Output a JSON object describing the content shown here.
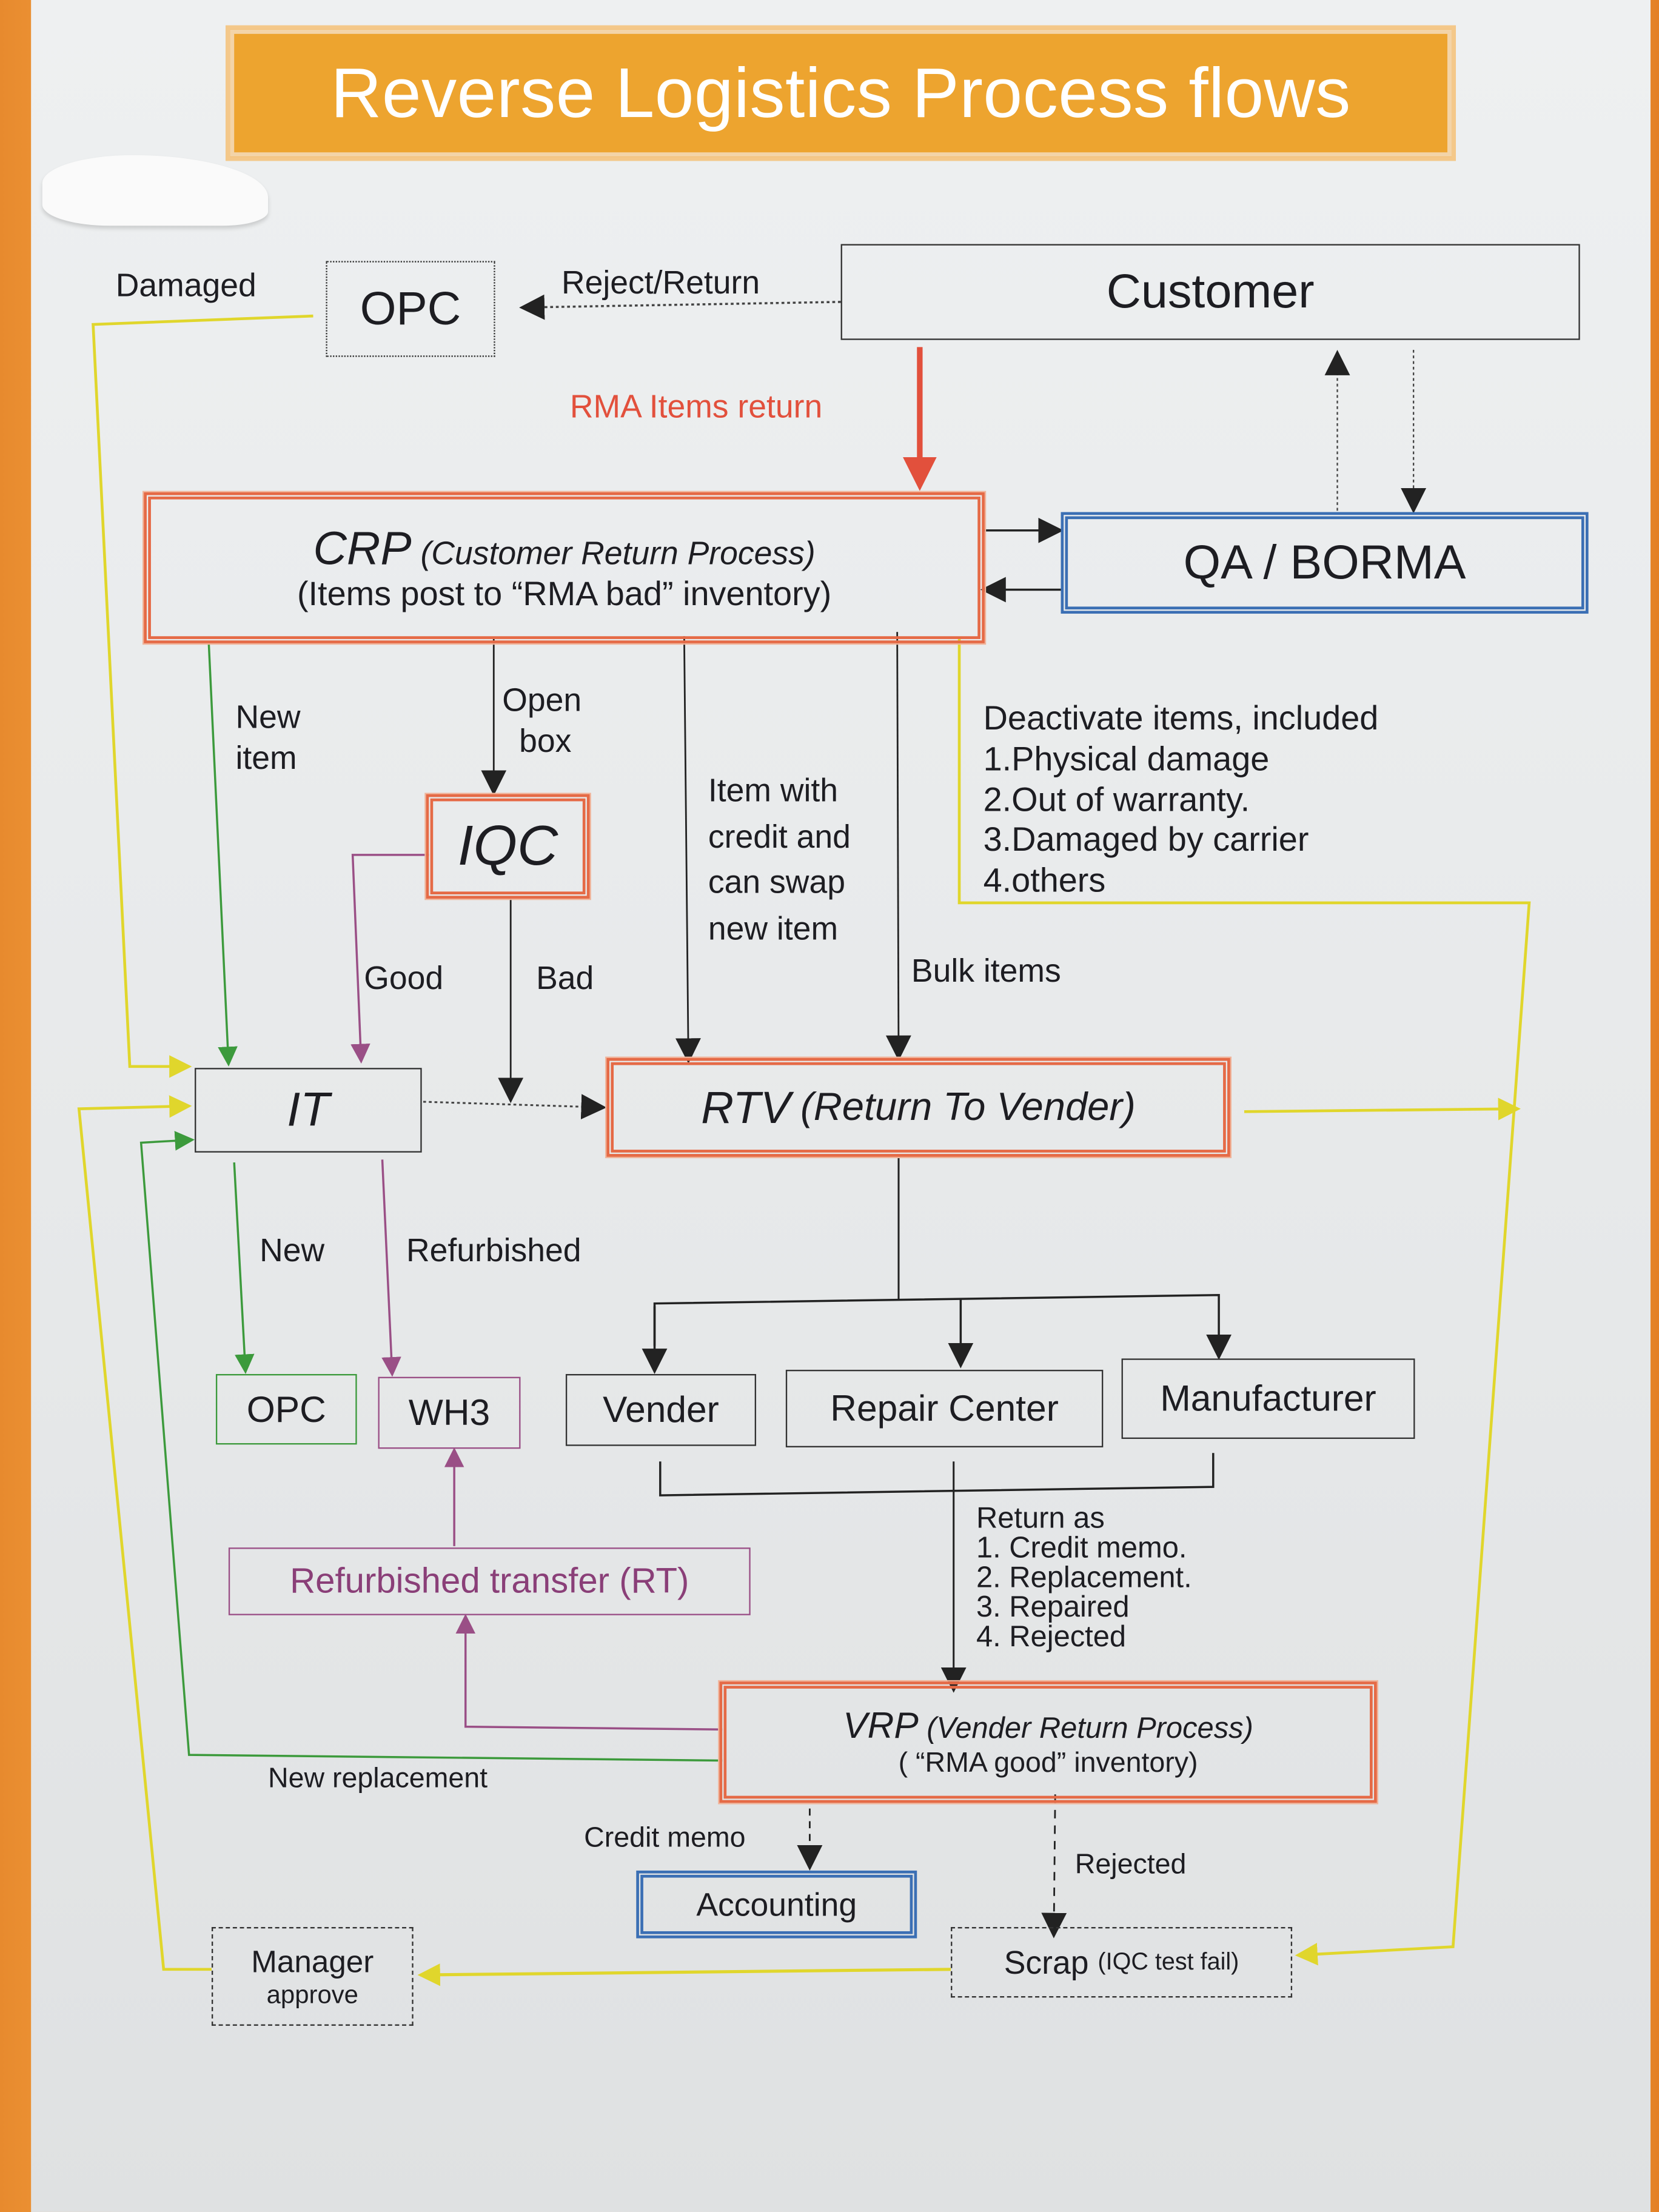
{
  "title": "Reverse Logistics Process flows",
  "colors": {
    "banner": "#eda42f",
    "process_border": "#e56a46",
    "qa_border": "#3b6fb4",
    "new_item_flow": "#3c9a3c",
    "refurbished_flow": "#9a4f86",
    "damaged_flow": "#e0d62c",
    "rma_arrow": "#e2503c"
  },
  "nodes": {
    "customer": "Customer",
    "opc_top": "OPC",
    "qa": "QA / BORMA",
    "crp": {
      "acronym": "CRP",
      "name": "(Customer Return Process)",
      "note": "(Items post to “RMA bad” inventory)"
    },
    "iqc": "IQC",
    "it": "IT",
    "rtv": {
      "acronym": "RTV",
      "name": "(Return To Vender)"
    },
    "opc_bottom": "OPC",
    "wh3": "WH3",
    "vender": "Vender",
    "repair_center": "Repair Center",
    "manufacturer": "Manufacturer",
    "refurbished_transfer": "Refurbished transfer (RT)",
    "vrp": {
      "acronym": "VRP",
      "name": "(Vender Return Process)",
      "note": "( “RMA good” inventory)"
    },
    "accounting": "Accounting",
    "scrap": {
      "label": "Scrap",
      "note": "(IQC test fail)"
    },
    "manager": {
      "line1": "Manager",
      "line2": "approve"
    }
  },
  "edge_labels": {
    "damaged": "Damaged",
    "reject_return": "Reject/Return",
    "rma_items_return": "RMA Items return",
    "new_item": [
      "New",
      "item"
    ],
    "open_box": [
      "Open",
      "box"
    ],
    "item_with_credit": [
      "Item with",
      "credit and",
      "can swap",
      "new item"
    ],
    "bulk_items": "Bulk items",
    "good": "Good",
    "bad": "Bad",
    "new": "New",
    "refurbished": "Refurbished",
    "new_replacement": "New replacement",
    "credit_memo": "Credit memo",
    "rejected": "Rejected"
  },
  "deactivate_note": {
    "heading": "Deactivate items, included",
    "items": [
      "1.Physical damage",
      "2.Out of warranty.",
      "3.Damaged by carrier",
      "4.others"
    ]
  },
  "return_as_note": {
    "heading": "Return as",
    "items": [
      "1. Credit memo.",
      "2. Replacement.",
      "3. Repaired",
      "4. Rejected"
    ]
  }
}
